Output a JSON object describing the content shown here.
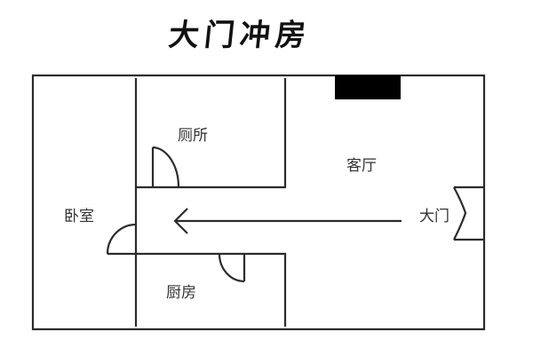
{
  "title": "大门冲房",
  "rooms": {
    "bathroom": "厕所",
    "living_room": "客厅",
    "bedroom": "卧室",
    "kitchen": "厨房",
    "main_door": "大门"
  },
  "colors": {
    "wall": "#2b2b2b",
    "fixture": "#000000",
    "label": "#333333",
    "background": "#ffffff"
  }
}
